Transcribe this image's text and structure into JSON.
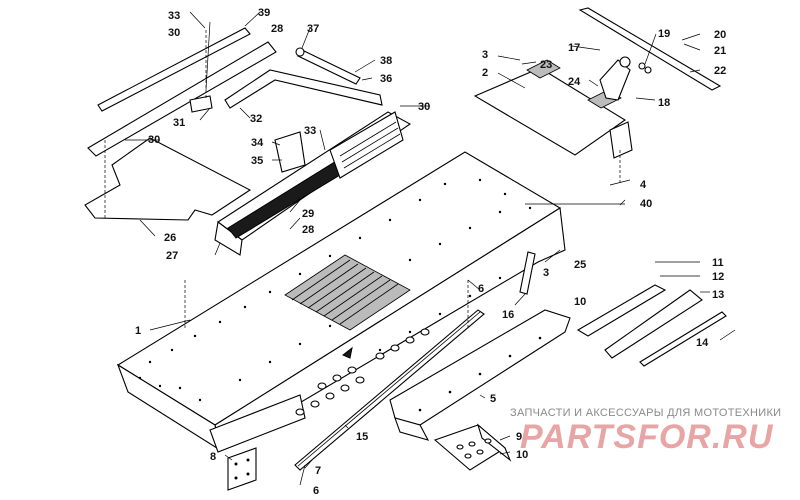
{
  "watermark": {
    "caption": "ЗАПЧАСТИ И АКСЕССУАРЫ ДЛЯ МОТОТЕХНИКИ",
    "logo": "PARTSFOR.RU"
  },
  "callouts": [
    {
      "id": "1"
    },
    {
      "id": "2"
    },
    {
      "id": "3"
    },
    {
      "id": "4"
    },
    {
      "id": "5"
    },
    {
      "id": "6"
    },
    {
      "id": "7"
    },
    {
      "id": "8"
    },
    {
      "id": "9"
    },
    {
      "id": "10"
    },
    {
      "id": "11"
    },
    {
      "id": "12"
    },
    {
      "id": "13"
    },
    {
      "id": "14"
    },
    {
      "id": "15"
    },
    {
      "id": "16"
    },
    {
      "id": "17"
    },
    {
      "id": "18"
    },
    {
      "id": "19"
    },
    {
      "id": "20"
    },
    {
      "id": "21"
    },
    {
      "id": "22"
    },
    {
      "id": "23"
    },
    {
      "id": "24"
    },
    {
      "id": "25"
    },
    {
      "id": "26"
    },
    {
      "id": "27"
    },
    {
      "id": "28"
    },
    {
      "id": "29"
    },
    {
      "id": "30"
    },
    {
      "id": "31"
    },
    {
      "id": "32"
    },
    {
      "id": "33"
    },
    {
      "id": "34"
    },
    {
      "id": "35"
    },
    {
      "id": "36"
    },
    {
      "id": "37"
    },
    {
      "id": "38"
    },
    {
      "id": "39"
    },
    {
      "id": "40"
    }
  ]
}
